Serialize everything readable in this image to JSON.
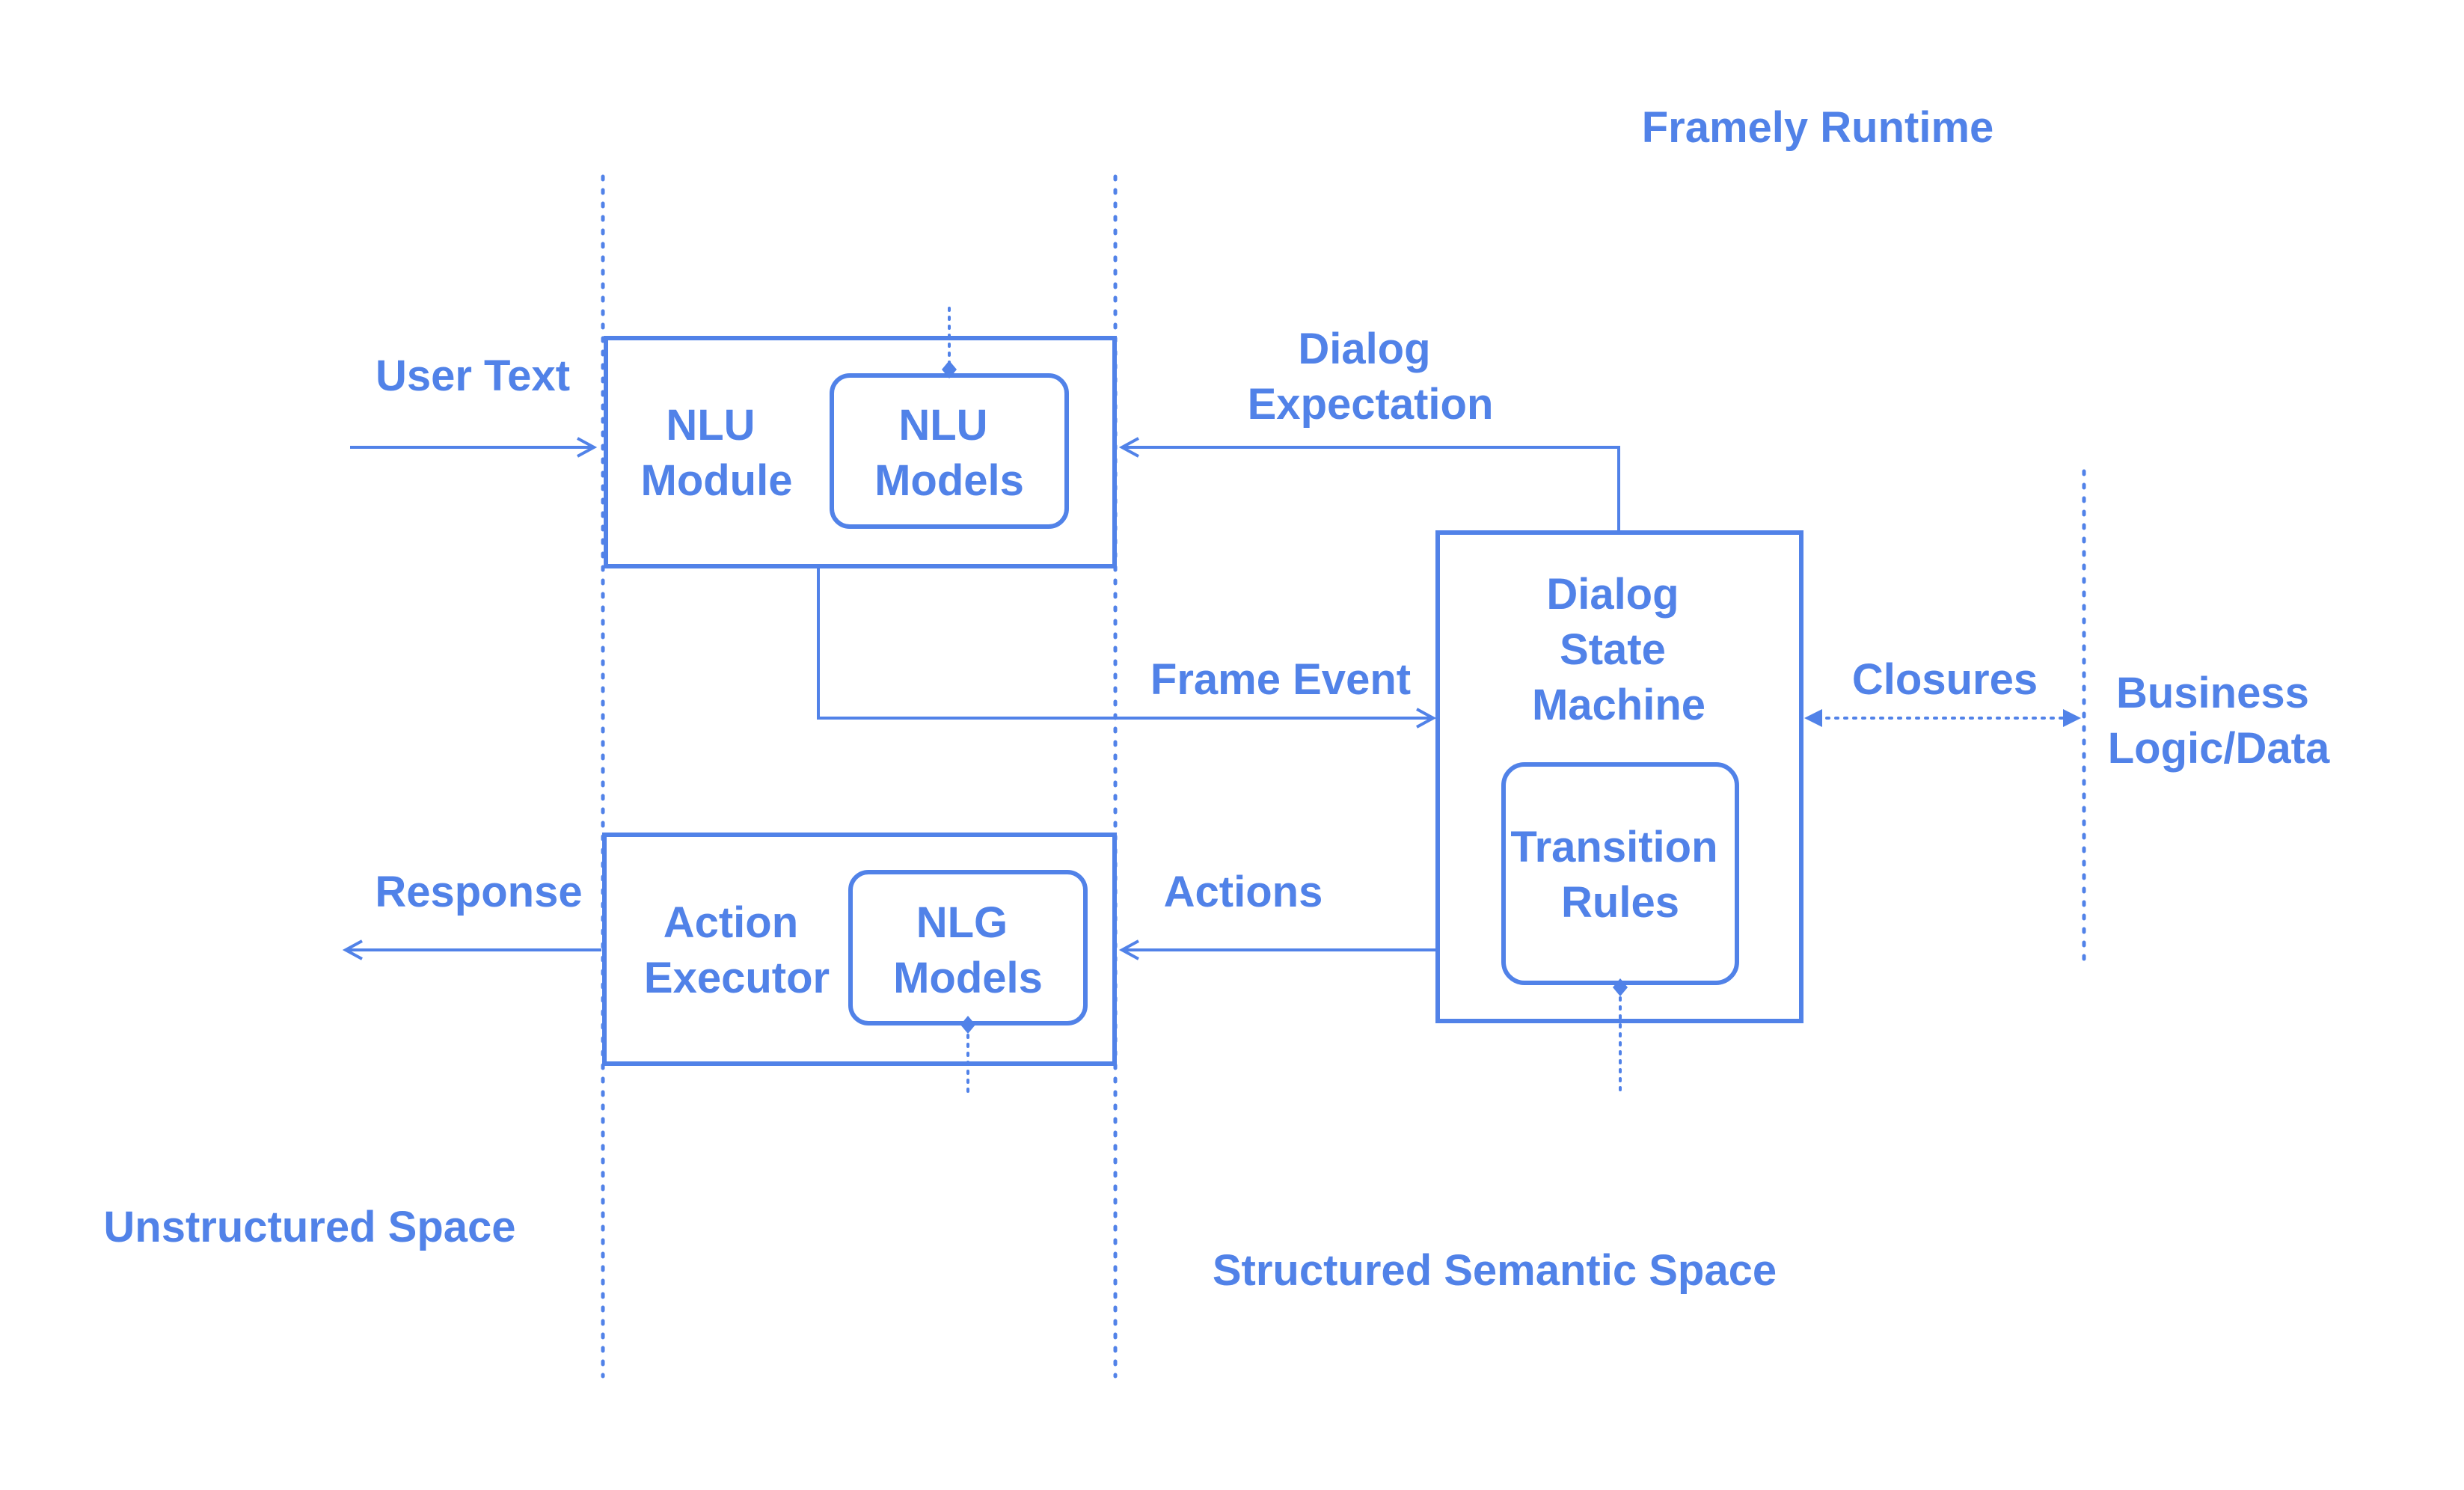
{
  "title": "Framely Runtime",
  "zones": {
    "unstructured": "Unstructured Space",
    "structured": "Structured Semantic Space"
  },
  "nodes": {
    "nlu_module": [
      "NLU",
      "Module"
    ],
    "nlu_models": [
      "NLU",
      "Models"
    ],
    "action_executor": [
      "Action",
      "Executor"
    ],
    "nlg_models": [
      "NLG",
      "Models"
    ],
    "dialog_state_machine": [
      "Dialog",
      "State",
      "Machine"
    ],
    "transition_rules": [
      "Transition",
      "Rules"
    ],
    "business_logic": [
      "Business",
      "Logic/Data"
    ]
  },
  "edges": {
    "user_text": "User Text",
    "dialog_expectation": [
      "Dialog",
      "Expectation"
    ],
    "frame_event": "Frame Event",
    "closures": "Closures",
    "actions": "Actions",
    "response": "Response"
  },
  "colors": {
    "accent": "#5182E8",
    "background": "#ffffff"
  }
}
